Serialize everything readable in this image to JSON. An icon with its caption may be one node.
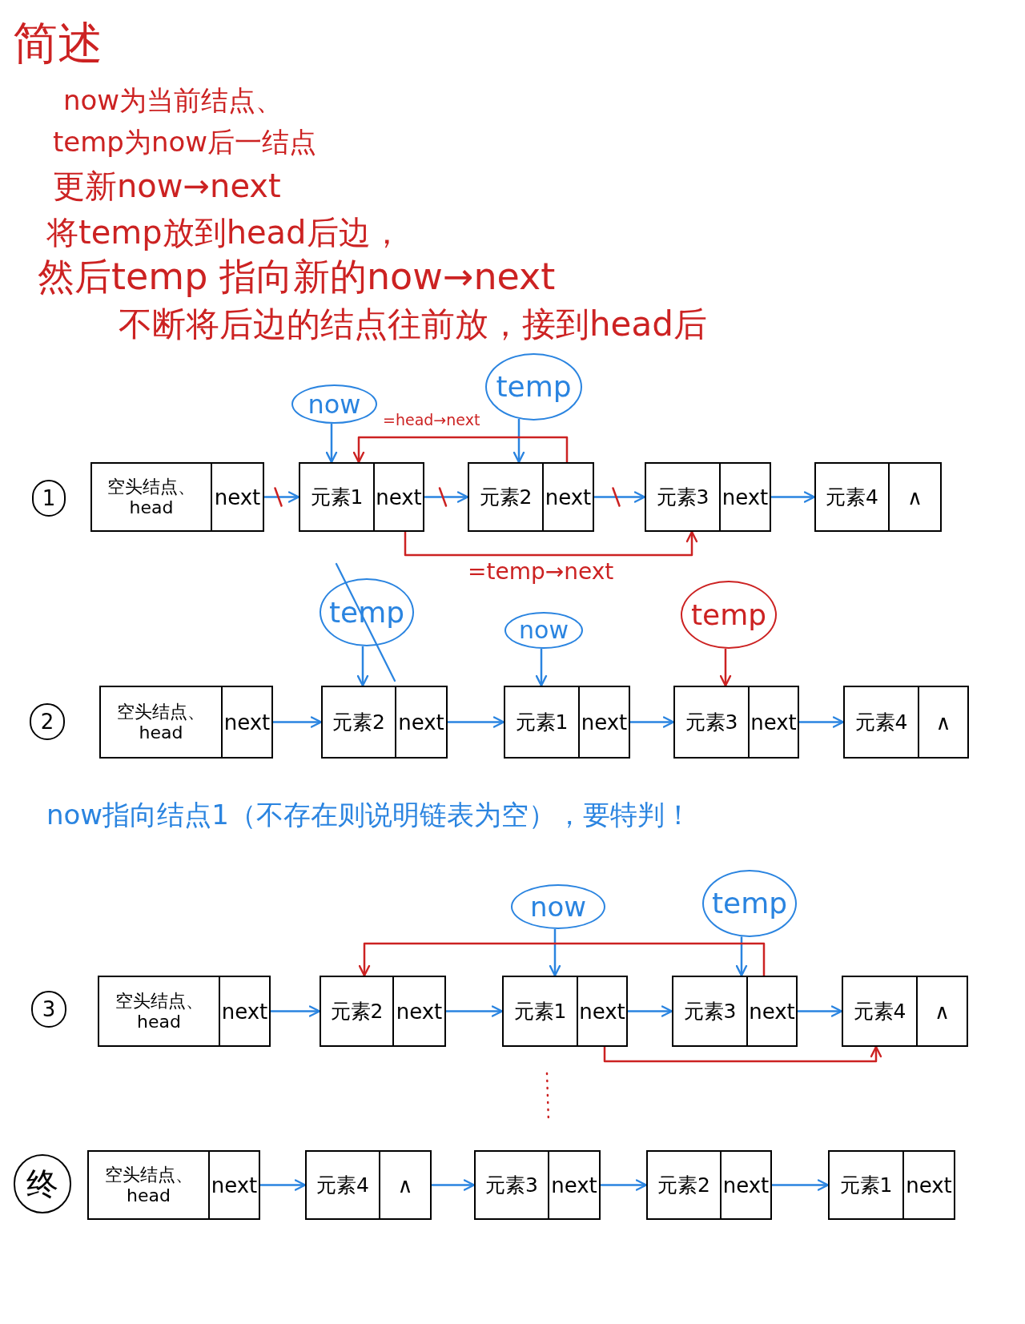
{
  "diagram": {
    "title": "简述",
    "nodes": [
      {
        "text": [
          "now"
        ]
      },
      {
        "text": [
          "temp"
        ]
      },
      {
        "text": [
          "1"
        ]
      },
      {
        "text": [
          "空头结点、 head",
          "next"
        ]
      },
      {
        "text": [
          "元素1",
          "next"
        ]
      },
      {
        "text": [
          "元素2",
          "next"
        ]
      },
      {
        "text": [
          "元素3",
          "next"
        ]
      },
      {
        "text": [
          "元素4",
          "∧"
        ]
      },
      {
        "text": [
          "temp"
        ]
      },
      {
        "text": [
          "now"
        ]
      },
      {
        "text": [
          "temp"
        ]
      },
      {
        "text": [
          "2"
        ]
      },
      {
        "text": [
          "空头结点、 head",
          "next"
        ]
      },
      {
        "text": [
          "元素2",
          "next"
        ]
      },
      {
        "text": [
          "元素1",
          "next"
        ]
      },
      {
        "text": [
          "元素3",
          "next"
        ]
      },
      {
        "text": [
          "元素4",
          "∧"
        ]
      },
      {
        "text": [
          "now"
        ]
      },
      {
        "text": [
          "temp"
        ]
      },
      {
        "text": [
          "3"
        ]
      },
      {
        "text": [
          "空头结点、 head",
          "next"
        ]
      },
      {
        "text": [
          "元素2",
          "next"
        ]
      },
      {
        "text": [
          "元素1",
          "next"
        ]
      },
      {
        "text": [
          "元素3",
          "next"
        ]
      },
      {
        "text": [
          "元素4",
          "∧"
        ]
      },
      {
        "text": [
          "终"
        ]
      },
      {
        "text": [
          "空头结点、 head",
          "next"
        ]
      },
      {
        "text": [
          "元素4",
          "∧"
        ]
      },
      {
        "text": [
          "元素3",
          "next"
        ]
      },
      {
        "text": [
          "元素2",
          "next"
        ]
      },
      {
        "text": [
          "元素1",
          "next"
        ]
      }
    ],
    "edges": [
      {
        "from": 3,
        "to": 4,
        "arrow": "to"
      },
      {
        "from": 4,
        "to": 5,
        "arrow": "to"
      },
      {
        "from": 5,
        "to": 6,
        "arrow": "to"
      },
      {
        "from": 6,
        "to": 7,
        "arrow": "to"
      },
      {
        "from": 0,
        "to": 4,
        "arrow": "to"
      },
      {
        "from": 1,
        "to": 5,
        "arrow": "to"
      },
      {
        "from": 5,
        "to": 4,
        "arrow": "to",
        "label": "=head→next",
        "color": "#cc2222"
      },
      {
        "from": 4,
        "to": 6,
        "arrow": "to",
        "label": "=temp→next",
        "color": "#cc2222"
      },
      {
        "from": 12,
        "to": 13,
        "arrow": "to"
      },
      {
        "from": 13,
        "to": 14,
        "arrow": "to"
      },
      {
        "from": 14,
        "to": 15,
        "arrow": "to"
      },
      {
        "from": 15,
        "to": 16,
        "arrow": "to"
      },
      {
        "from": 8,
        "to": 13,
        "arrow": "to"
      },
      {
        "from": 9,
        "to": 14,
        "arrow": "to"
      },
      {
        "from": 10,
        "to": 15,
        "arrow": "to",
        "color": "#cc2222"
      },
      {
        "from": 20,
        "to": 21,
        "arrow": "to"
      },
      {
        "from": 21,
        "to": 22,
        "arrow": "to"
      },
      {
        "from": 22,
        "to": 23,
        "arrow": "to"
      },
      {
        "from": 23,
        "to": 24,
        "arrow": "to"
      },
      {
        "from": 17,
        "to": 22,
        "arrow": "to"
      },
      {
        "from": 18,
        "to": 23,
        "arrow": "to"
      },
      {
        "from": 23,
        "to": 21,
        "arrow": "to",
        "color": "#cc2222"
      },
      {
        "from": 22,
        "to": 24,
        "arrow": "to",
        "color": "#cc2222"
      },
      {
        "from": 26,
        "to": 27,
        "arrow": "to"
      },
      {
        "from": 27,
        "to": 28,
        "arrow": "to"
      },
      {
        "from": 28,
        "to": 29,
        "arrow": "to"
      },
      {
        "from": 29,
        "to": 30,
        "arrow": "to"
      }
    ],
    "labels": [
      "now为当前结点、",
      "temp为now后一结点",
      "更新now→next",
      "将temp放到head后边，",
      "然后temp 指向新的now→next",
      "不断将后边的结点往前放，接到head后",
      "now指向结点1（不存在则说明链表为空），要特判！"
    ]
  }
}
